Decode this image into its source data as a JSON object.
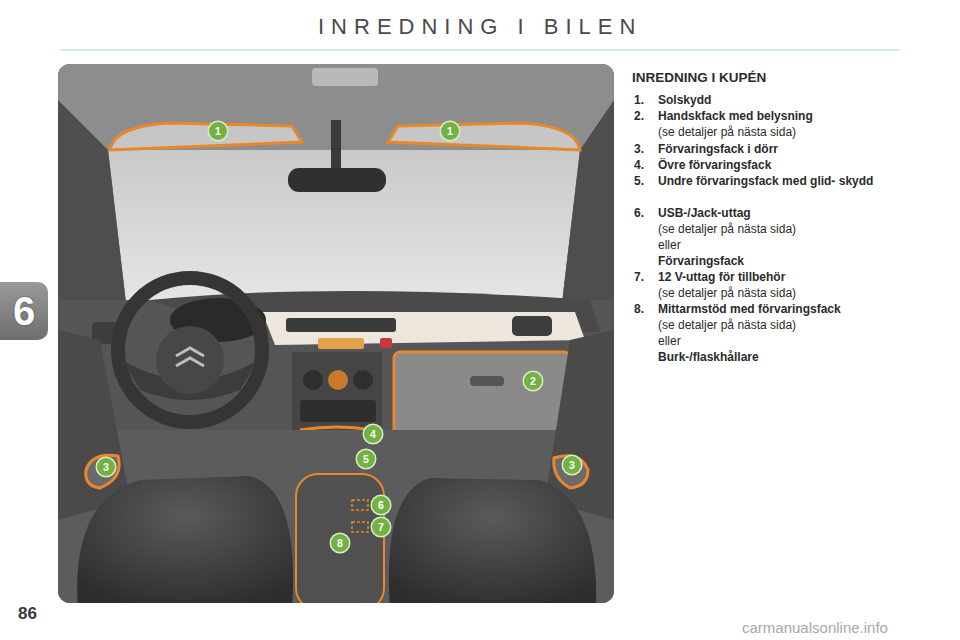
{
  "diagram": {
    "title": "INREDNING I BILEN",
    "nodes": [
      {
        "text": [
          "6"
        ]
      }
    ],
    "labels": [
      "INREDNING I KUPÉN",
      "1.",
      "Solskydd",
      "2.",
      "Handskfack med belysning",
      "(se detaljer på nästa sida)",
      "3.",
      "Förvaringsfack i dörr",
      "4.",
      "Övre förvaringsfack",
      "5.",
      "Undre förvaringsfack med glid- skydd",
      "6.",
      "USB-/Jack-uttag",
      "(se detaljer på nästa sida)",
      "eller",
      "Förvaringsfack",
      "7.",
      "12 V-uttag för tillbehör",
      "(se detaljer på nästa sida)",
      "8.",
      "Mittarmstöd med förvaringsfack",
      "(se detaljer på nästa sida)",
      "eller",
      "Burk-/flaskhållare",
      "1",
      "1",
      "2",
      "3",
      "3",
      "4",
      "5",
      "6",
      "7",
      "8",
      "86",
      "carmanualsonline.info"
    ]
  }
}
